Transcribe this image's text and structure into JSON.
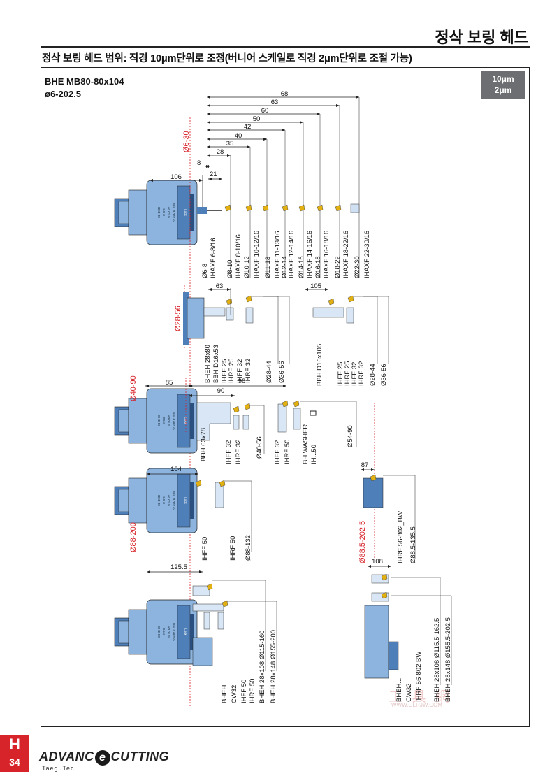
{
  "header": {
    "title": "정삭 보링 헤드"
  },
  "subtitle": "정삭 보링 헤드 범위: 직경 10μm단위로 조정(버니어 스케일로 직경 2μm단위로 조절 가능)",
  "model": {
    "name": "BHE MB80-80x104",
    "range": "ø6-202.5"
  },
  "badge": {
    "line1": "10μm",
    "line2": "2μm"
  },
  "page_tab": {
    "letter": "H",
    "page": "34"
  },
  "brand": {
    "pre": "ADVANC",
    "e": "e",
    "post": "CUTTING",
    "sub": "TaeguTec"
  },
  "watermark": {
    "text": "工 具 網",
    "url": "WWW.GLRJW.COM"
  },
  "head_label": {
    "line1": "BHE 80",
    "line2": "0.5 ⊙",
    "line3": "⌀0.01 ⊙",
    "line4": "Nm. 0.002 ⊙",
    "lock": "Lock"
  },
  "section1": {
    "range": "Ø6-30",
    "dims": [
      "106",
      "8",
      "21",
      "28",
      "35",
      "40",
      "42",
      "50",
      "60",
      "63",
      "68"
    ],
    "labels": [
      "Ø6-8",
      "IHAXF 6-8/16",
      "Ø8-10",
      "IHAXF 8-10/16",
      "Ø10-12",
      "IHAXF 10-12/16",
      "Ø11-13",
      "IHAXF 11-13/16",
      "Ø12-14",
      "IHAXF 12-14/16",
      "Ø14-16",
      "IHAXF 14-16/16",
      "Ø16-18",
      "IHAXF 16-18/16",
      "Ø18-22",
      "IHAXF 18-22/16",
      "Ø22-30",
      "IHAXF 22-30/16"
    ]
  },
  "section2": {
    "range": "Ø28-56",
    "dim_a": "63",
    "dim_b": "105",
    "labels_a": [
      "BHEH 28x80",
      "BBH D16x53",
      "IHFF 25",
      "IHRF 25",
      "IHFF 32",
      "IHRF 32",
      "Ø28-44",
      "Ø36-56"
    ],
    "labels_b": [
      "BBH D16x105",
      "IHFF 25",
      "IHRF 25",
      "IHFF 32",
      "IHRF 32",
      "Ø28-44",
      "Ø36-56"
    ]
  },
  "section3": {
    "range": "Ø40-90",
    "dims": [
      "85",
      "90",
      "98"
    ],
    "labels": [
      "BBH 63x78",
      "IHFF 32",
      "IHRF 32",
      "Ø40-56",
      "IHFF 32",
      "IHRF 50",
      "BH WASHER",
      "IH...50",
      "Ø54-90"
    ]
  },
  "section4": {
    "range": "Ø88-200",
    "dim": "104",
    "labels": [
      "IHFF 50",
      "IHRF 50",
      "Ø88-132"
    ]
  },
  "section5": {
    "range": "Ø88.5-202.5",
    "dim": "87",
    "labels": [
      "IHRF 56-802_BW",
      "Ø88.5-135.5"
    ]
  },
  "section6": {
    "dim": "125.5",
    "labels": [
      "BHEH...",
      "CW32",
      "IHFF 50",
      "IHRF 50",
      "BHEH 28x108",
      "BHEH 28x148",
      "Ø115-160",
      "Ø155-200"
    ]
  },
  "section7": {
    "dim": "108",
    "labels": [
      "BHEH...",
      "CW32",
      "IHRF 56-802 BW",
      "BHEH 28x108",
      "BHEH 28x148",
      "Ø115.5-162.5",
      "Ø155.5-202.5"
    ]
  },
  "colors": {
    "accent_red": "#d7232a",
    "body_blue": "#8cb4de",
    "body_dark": "#4f7fb8",
    "insert_gold": "#e3b012",
    "badge_gray": "#6d6e71"
  }
}
